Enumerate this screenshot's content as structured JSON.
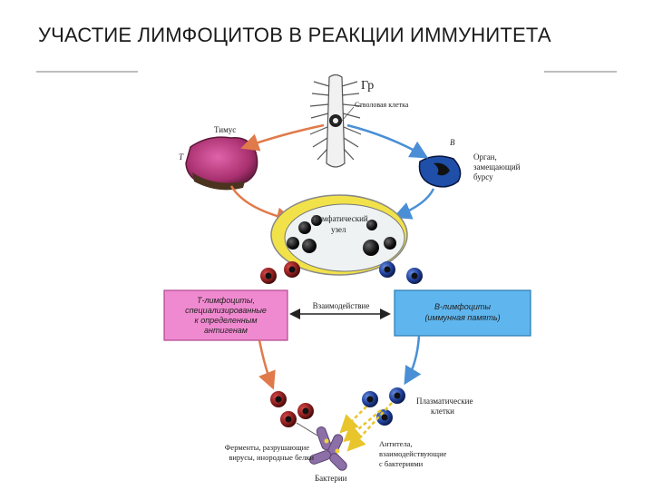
{
  "slide": {
    "title": "УЧАСТИЕ ЛИМФОЦИТОВ В РЕАКЦИИ ИММУНИТЕТА"
  },
  "labels": {
    "gr": "Гр",
    "stem_cell": "Стволовая клетка",
    "thymus": "Тимус",
    "t_letter": "Т",
    "b_letter": "В",
    "bursa_line1": "Орган,",
    "bursa_line2": "замещающий",
    "bursa_line3": "бурсу",
    "node_line1": "Лимфатический",
    "node_line2": "узел",
    "t_box_line1": "Т-лимфоциты,",
    "t_box_line2": "специализированные",
    "t_box_line3": "к определенным",
    "t_box_line4": "антигенам",
    "interaction": "Взаимодействие",
    "b_box_line1": "В-лимфоциты",
    "b_box_line2": "(иммунная память)",
    "plasma_line1": "Плазматические",
    "plasma_line2": "клетки",
    "enzymes_line1": "Ферменты, разрушающие",
    "enzymes_line2": "вирусы, инородные белки",
    "antibody_line1": "Антитела,",
    "antibody_line2": "взаимодействующие",
    "antibody_line3": "с бактериями",
    "bacteria": "Бактерии"
  },
  "colors": {
    "t_path": "#e07a4a",
    "b_path": "#4a8fd6",
    "t_box": "#f08ad0",
    "b_box": "#5fb6ee",
    "thymus": "#c2418a",
    "node_ring": "#f2e24a",
    "t_cell": "#8e1e1e",
    "b_cell": "#1f3f9a",
    "bacteria": "#8d6fa8",
    "antibody": "#f0d23a"
  }
}
